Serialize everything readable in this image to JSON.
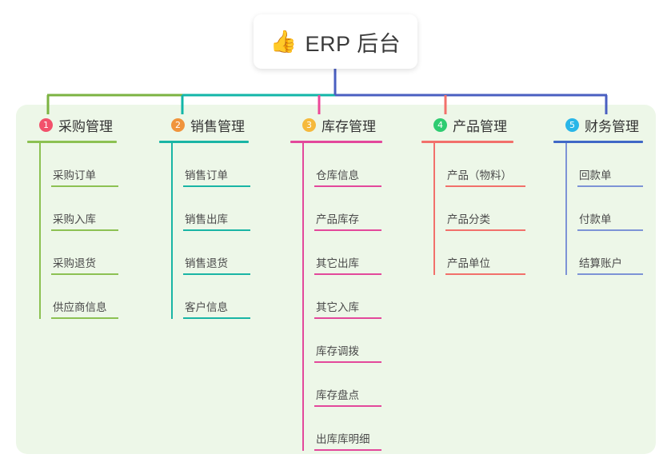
{
  "diagram": {
    "type": "mind-map",
    "title": {
      "emoji": "👍",
      "emoji_name": "thumbs-up-emoji",
      "text": "ERP 后台"
    },
    "panel_color": "#edf7e8",
    "trunk_color": "#4a5fc1",
    "branches": [
      {
        "number": "1",
        "label": "采购管理",
        "badge_color": "#f2516b",
        "rule_color": "#8cc152",
        "spine_color": "#8cc152",
        "leaf_rule_color": "#8cc152",
        "connector_color": "#7cb342",
        "items": [
          {
            "label": "采购订单"
          },
          {
            "label": "采购入库"
          },
          {
            "label": "采购退货"
          },
          {
            "label": "供应商信息"
          }
        ]
      },
      {
        "number": "2",
        "label": "销售管理",
        "badge_color": "#f0943c",
        "rule_color": "#19b5a5",
        "spine_color": "#19b5a5",
        "leaf_rule_color": "#19b5a5",
        "connector_color": "#12b6a8",
        "items": [
          {
            "label": "销售订单"
          },
          {
            "label": "销售出库"
          },
          {
            "label": "销售退货"
          },
          {
            "label": "客户信息"
          }
        ]
      },
      {
        "number": "3",
        "label": "库存管理",
        "badge_color": "#f5b93c",
        "rule_color": "#e3489b",
        "spine_color": "#e3489b",
        "leaf_rule_color": "#e3489b",
        "connector_color": "#ec4899",
        "items": [
          {
            "label": "仓库信息"
          },
          {
            "label": "产品库存"
          },
          {
            "label": "其它出库"
          },
          {
            "label": "其它入库"
          },
          {
            "label": "库存调拨"
          },
          {
            "label": "库存盘点"
          },
          {
            "label": "出库库明细"
          }
        ]
      },
      {
        "number": "4",
        "label": "产品管理",
        "badge_color": "#2ecc71",
        "rule_color": "#f2706b",
        "spine_color": "#f2706b",
        "leaf_rule_color": "#f2706b",
        "connector_color": "#f2706b",
        "items": [
          {
            "label": "产品（物料）"
          },
          {
            "label": "产品分类"
          },
          {
            "label": "产品单位"
          }
        ]
      },
      {
        "number": "5",
        "label": "财务管理",
        "badge_color": "#29b6e8",
        "rule_color": "#3f68c6",
        "spine_color": "#7d93d6",
        "leaf_rule_color": "#7d93d6",
        "connector_color": "#4a5fc1",
        "items": [
          {
            "label": "回款单"
          },
          {
            "label": "付款单"
          },
          {
            "label": "结算账户"
          }
        ]
      }
    ]
  }
}
